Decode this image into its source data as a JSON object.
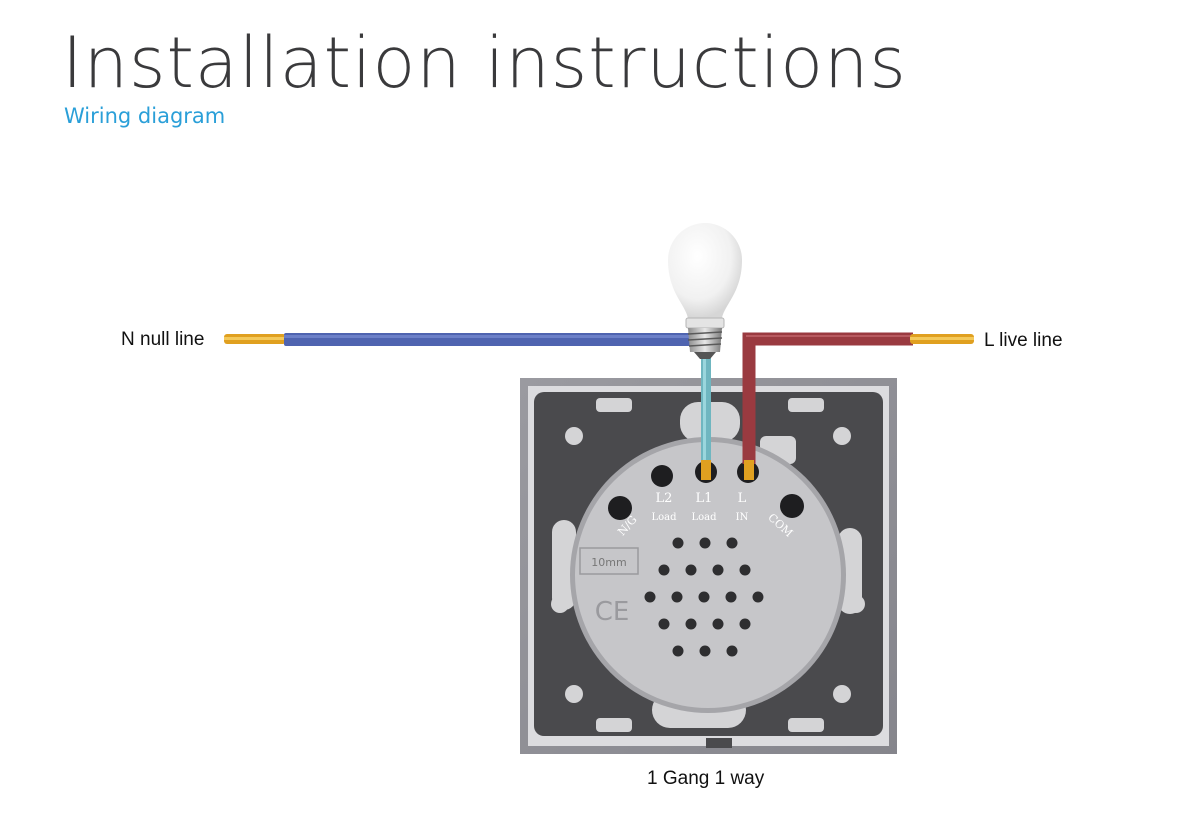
{
  "header": {
    "title": "Installation instructions",
    "subtitle": "Wiring diagram"
  },
  "labels": {
    "neutral": "N null line",
    "live": "L live line",
    "caption": "1 Gang 1 way"
  },
  "terminals": {
    "l2": "L2",
    "l1": "L1",
    "l": "L",
    "load_left": "Load",
    "load_right": "Load",
    "in": "IN",
    "ng": "N/G",
    "com": "COM",
    "measure": "10mm",
    "ce": "CE"
  },
  "colors": {
    "neutral_wire": "#4f64b0",
    "live_wire": "#9a3a40",
    "load_wire": "#6fb6c0",
    "copper": "#e0a020",
    "accent": "#2a9fd8"
  }
}
